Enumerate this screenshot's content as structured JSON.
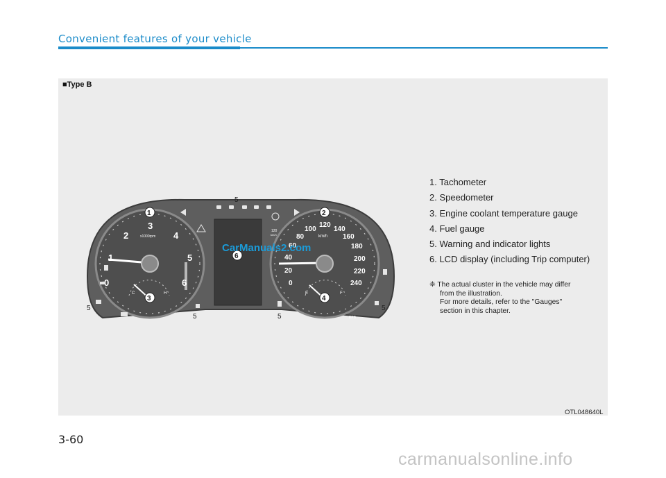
{
  "header": {
    "section_title": "Convenient features of your vehicle"
  },
  "figure": {
    "type_label": "■Type B",
    "image_code": "OTL048640L",
    "watermark_overlay": "CarManuals2.com",
    "tachometer": {
      "unit": "x1000rpm",
      "ticks": [
        "0",
        "1",
        "2",
        "3",
        "4",
        "5",
        "6"
      ],
      "temp_labels": [
        "C",
        "H"
      ]
    },
    "speedometer": {
      "unit": "km/h",
      "ticks": [
        "0",
        "20",
        "40",
        "60",
        "80",
        "100",
        "120",
        "140",
        "160",
        "180",
        "200",
        "220",
        "240"
      ],
      "fuel_labels": [
        "E",
        "F"
      ],
      "small_label": "EPB"
    },
    "lcd_side_label": [
      "120",
      "km/h"
    ],
    "callouts": [
      "1",
      "2",
      "3",
      "4",
      "5",
      "5",
      "5",
      "5",
      "5",
      "6"
    ]
  },
  "legend": {
    "items": [
      "1. Tachometer",
      "2. Speedometer",
      "3. Engine coolant temperature gauge",
      "4. Fuel gauge",
      "5. Warning and indicator lights",
      "6. LCD display (including Trip computer)"
    ],
    "note_mark": "❈",
    "note_line1": "The actual cluster in the vehicle may differ",
    "note_line2": "from the illustration.",
    "note_line3": "For more details, refer to the \"Gauges\"",
    "note_line4": "section in this chapter."
  },
  "footer": {
    "page_number": "3-60",
    "watermark": "carmanualsonline.info"
  }
}
